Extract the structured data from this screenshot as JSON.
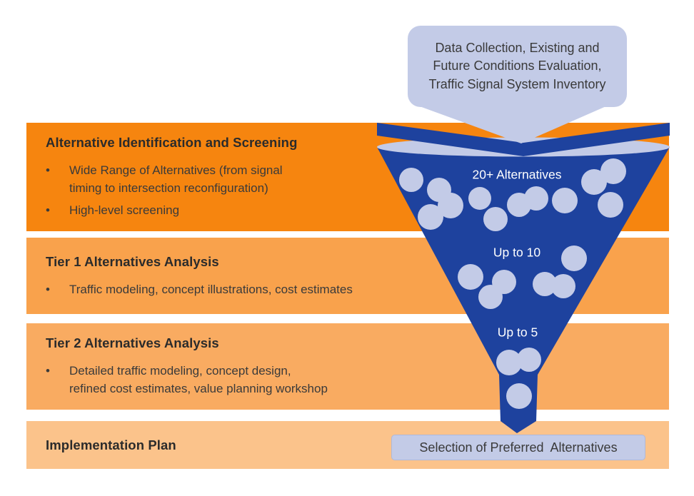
{
  "colors": {
    "band1": "#F6850F",
    "band2": "#F9A24C",
    "band3": "#F9AB61",
    "band4": "#FBC38B",
    "funnel_blue": "#1E429E",
    "bubble": "#C3CBE7",
    "title_text": "#2B2B2B",
    "body_text": "#3A3A3A",
    "funnel_label_text": "#FFFFFF"
  },
  "bullet_char": "•",
  "top_box": {
    "lines": [
      "Data Collection, Existing and",
      "Future Conditions Evaluation,",
      "Traffic Signal System Inventory"
    ]
  },
  "funnel": {
    "labels": {
      "stage1": "20+ Alternatives",
      "stage2": "Up to 10",
      "stage3": "Up to 5"
    },
    "bubble_counts": {
      "stage1": 12,
      "stage2": 6,
      "stage3": 3
    }
  },
  "selection_box": {
    "label": "Selection of Preferred  Alternatives"
  },
  "bands": [
    {
      "title": "Alternative Identification and Screening",
      "bullets": [
        {
          "lines": [
            "Wide Range of Alternatives (from signal",
            "timing to intersection reconfiguration)"
          ]
        },
        {
          "lines": [
            "High-level screening"
          ]
        }
      ]
    },
    {
      "title": "Tier 1 Alternatives Analysis",
      "bullets": [
        {
          "lines": [
            "Traffic modeling, concept illustrations, cost estimates"
          ]
        }
      ]
    },
    {
      "title": "Tier 2 Alternatives Analysis",
      "bullets": [
        {
          "lines": [
            "Detailed traffic modeling, concept design,",
            "refined cost estimates, value planning workshop"
          ]
        }
      ]
    },
    {
      "title": "Implementation Plan",
      "bullets": []
    }
  ]
}
